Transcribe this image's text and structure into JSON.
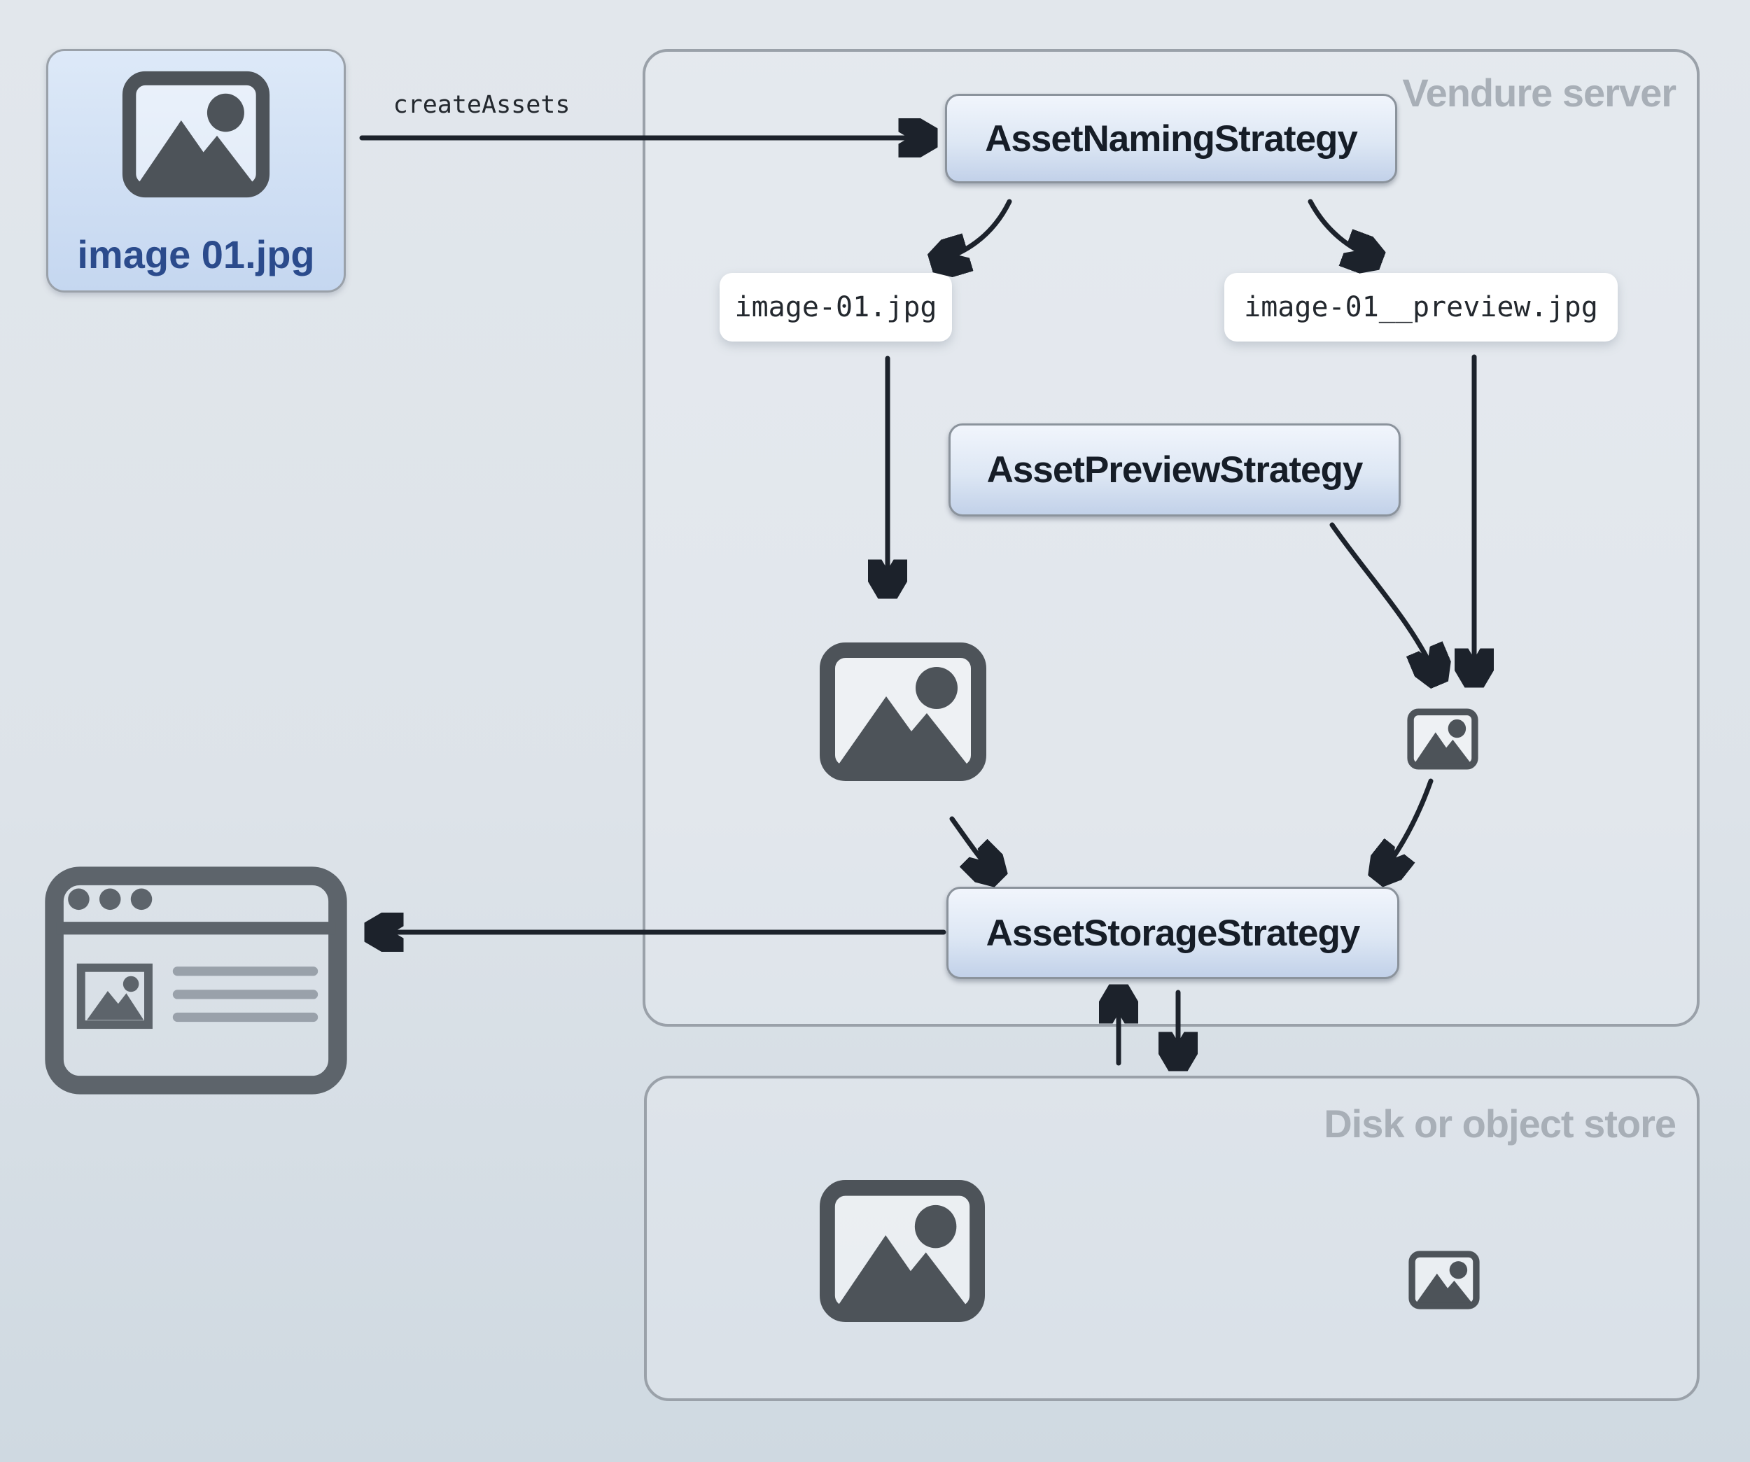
{
  "colors": {
    "bg-top": "#e2e7ec",
    "bg-bottom": "#cfd9e1",
    "container-border": "#9aa1a9",
    "container-fill": "rgba(234,239,243,0.35)",
    "container-label": "#a8afb7",
    "node-border": "#8b939c",
    "node-fill-top": "#f1f5fc",
    "node-fill-bottom": "#c2d1e9",
    "node-text": "#161d27",
    "file-label-bg": "#ffffff",
    "file-label-text": "#23282e",
    "source-fill-top": "#dde9f8",
    "source-fill-bottom": "#c5d7f0",
    "source-text": "#2b4b8c",
    "icon": "#4d5359",
    "browser-icon": "#5d646b",
    "browser-line": "#99a1aa",
    "arrow": "#1c222b"
  },
  "containers": {
    "vendure": {
      "label": "Vendure server"
    },
    "disk": {
      "label": "Disk or object store"
    }
  },
  "nodes": {
    "source_image": {
      "label": "image 01.jpg"
    },
    "naming": {
      "label": "AssetNamingStrategy"
    },
    "preview": {
      "label": "AssetPreviewStrategy"
    },
    "storage": {
      "label": "AssetStorageStrategy"
    }
  },
  "file_labels": {
    "source_file": {
      "text": "image-01.jpg"
    },
    "preview_file": {
      "text": "image-01__preview.jpg"
    }
  },
  "edges": {
    "create_assets": {
      "label": "createAssets"
    }
  },
  "icons": {
    "source": "image-icon",
    "vendure_main": "image-icon",
    "vendure_preview": "image-thumbnail-icon",
    "disk_main": "image-icon",
    "disk_preview": "image-thumbnail-icon",
    "browser": "browser-window-icon"
  }
}
